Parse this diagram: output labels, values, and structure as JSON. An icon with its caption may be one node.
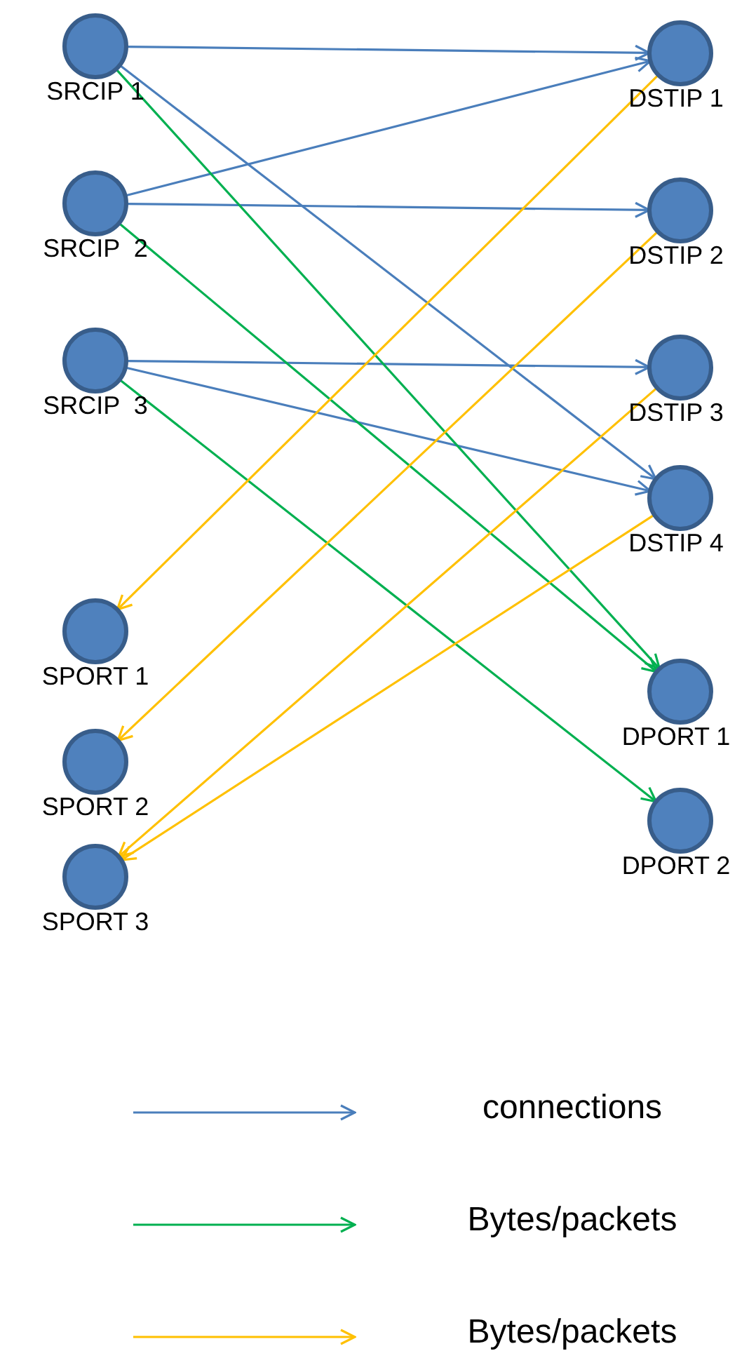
{
  "diagram": {
    "nodes": [
      {
        "text": [
          "SRCIP 1"
        ]
      },
      {
        "text": [
          "SRCIP  2"
        ]
      },
      {
        "text": [
          "SRCIP  3"
        ]
      },
      {
        "text": [
          "SPORT 1"
        ]
      },
      {
        "text": [
          "SPORT 2"
        ]
      },
      {
        "text": [
          "SPORT 3"
        ]
      },
      {
        "text": [
          "DSTIP 1"
        ]
      },
      {
        "text": [
          "DSTIP 2"
        ]
      },
      {
        "text": [
          "DSTIP 3"
        ]
      },
      {
        "text": [
          "DSTIP 4"
        ]
      },
      {
        "text": [
          "DPORT 1"
        ]
      },
      {
        "text": [
          "DPORT 2"
        ]
      }
    ],
    "edges": [
      {
        "from": 0,
        "to": 6,
        "arrow": "to"
      },
      {
        "from": 0,
        "to": 9,
        "arrow": "to"
      },
      {
        "from": 1,
        "to": 6,
        "arrow": "to"
      },
      {
        "from": 1,
        "to": 7,
        "arrow": "to"
      },
      {
        "from": 2,
        "to": 8,
        "arrow": "to"
      },
      {
        "from": 2,
        "to": 9,
        "arrow": "to"
      },
      {
        "from": 0,
        "to": 10,
        "arrow": "to",
        "color": "#00b050"
      },
      {
        "from": 1,
        "to": 10,
        "arrow": "to",
        "color": "#00b050"
      },
      {
        "from": 2,
        "to": 11,
        "arrow": "to",
        "color": "#00b050"
      },
      {
        "from": 6,
        "to": 3,
        "arrow": "to",
        "color": "#ffc000"
      },
      {
        "from": 7,
        "to": 4,
        "arrow": "to",
        "color": "#ffc000"
      },
      {
        "from": 8,
        "to": 5,
        "arrow": "to",
        "color": "#ffc000"
      },
      {
        "from": 9,
        "to": 5,
        "arrow": "to",
        "color": "#ffc000"
      }
    ],
    "legend": [
      {
        "text": "connections"
      },
      {
        "text": "Bytes/packets"
      },
      {
        "text": "Bytes/packets"
      }
    ]
  }
}
